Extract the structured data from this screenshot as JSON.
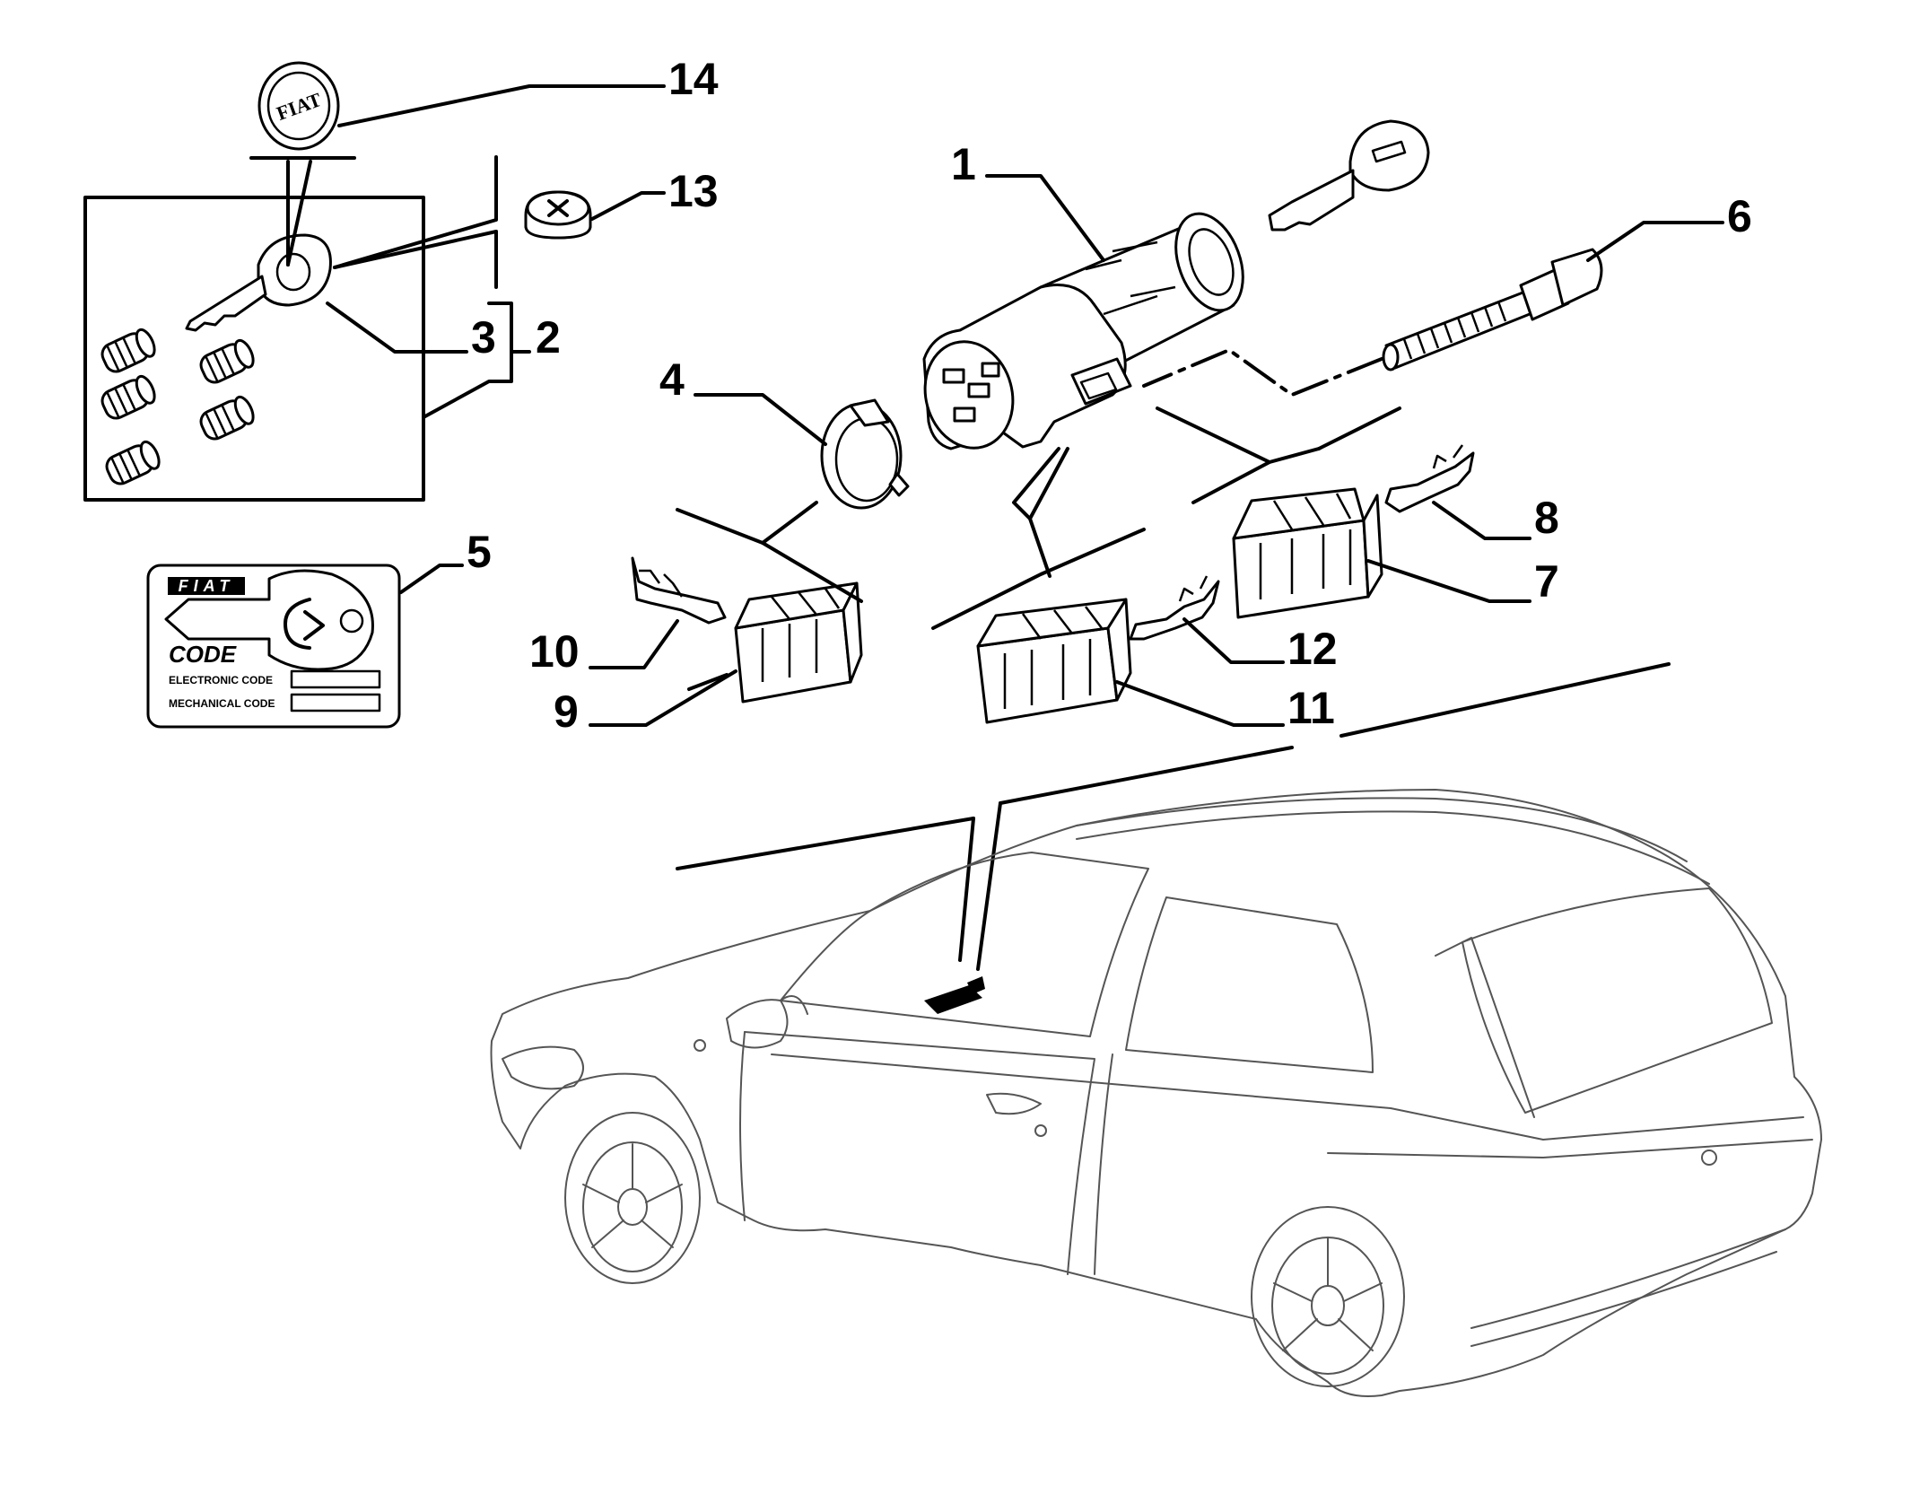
{
  "callouts": {
    "c1": "1",
    "c2": "2",
    "c3": "3",
    "c4": "4",
    "c5": "5",
    "c6": "6",
    "c7": "7",
    "c8": "8",
    "c9": "9",
    "c10": "10",
    "c11": "11",
    "c12": "12",
    "c13": "13",
    "c14": "14"
  },
  "badge_text": "FIAT",
  "code_card": {
    "brand": "FIAT",
    "title": "CODE",
    "electronic_code_label": "ELECTRONIC CODE",
    "mechanical_code_label": "MECHANICAL CODE"
  }
}
